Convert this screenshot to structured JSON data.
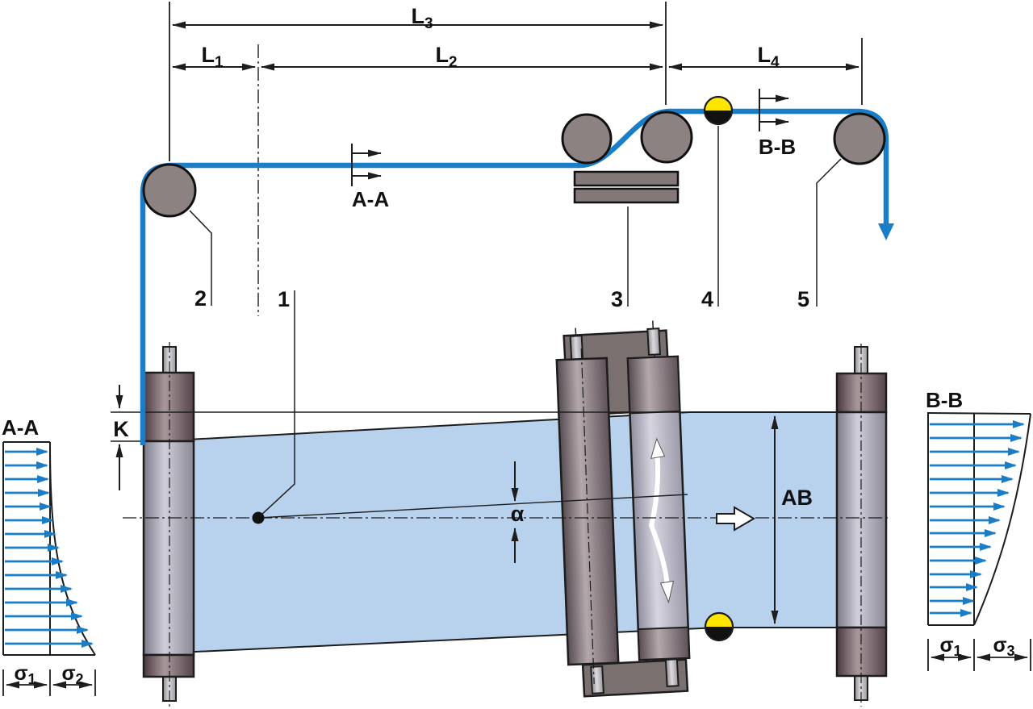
{
  "figure": {
    "type": "technical-diagram",
    "subject": "web guiding system with pivoting steering frame and edge sensor (side view, plan view, tension profiles)"
  },
  "side_view": {
    "dimensions": {
      "l1": {
        "b": "L",
        "s": "1"
      },
      "l2": {
        "b": "L",
        "s": "2"
      },
      "l3": {
        "b": "L",
        "s": "3"
      },
      "l4": {
        "b": "L",
        "s": "4"
      }
    },
    "sections": {
      "aa": "A-A",
      "bb": "B-B"
    },
    "parts": {
      "p1": "1",
      "p2": "2",
      "p3": "3",
      "p4": "4",
      "p5": "5"
    }
  },
  "plan_view": {
    "k": "K",
    "alpha": "α",
    "ab": "AB"
  },
  "stress": {
    "aa": {
      "title": "A-A",
      "s_left": {
        "b": "σ",
        "s": "1"
      },
      "s_right": {
        "b": "σ",
        "s": "2"
      }
    },
    "bb": {
      "title": "B-B",
      "s_left": {
        "b": "σ",
        "s": "1"
      },
      "s_right": {
        "b": "σ",
        "s": "3"
      }
    }
  },
  "colors": {
    "web_line": "#1a7dc7",
    "web_fill": "#b8d2ee",
    "roller_gray": "#8c8281",
    "frame_gray": "#7b7070",
    "sensor_yellow": "#ffe600",
    "outline": "#1d1d1d"
  }
}
